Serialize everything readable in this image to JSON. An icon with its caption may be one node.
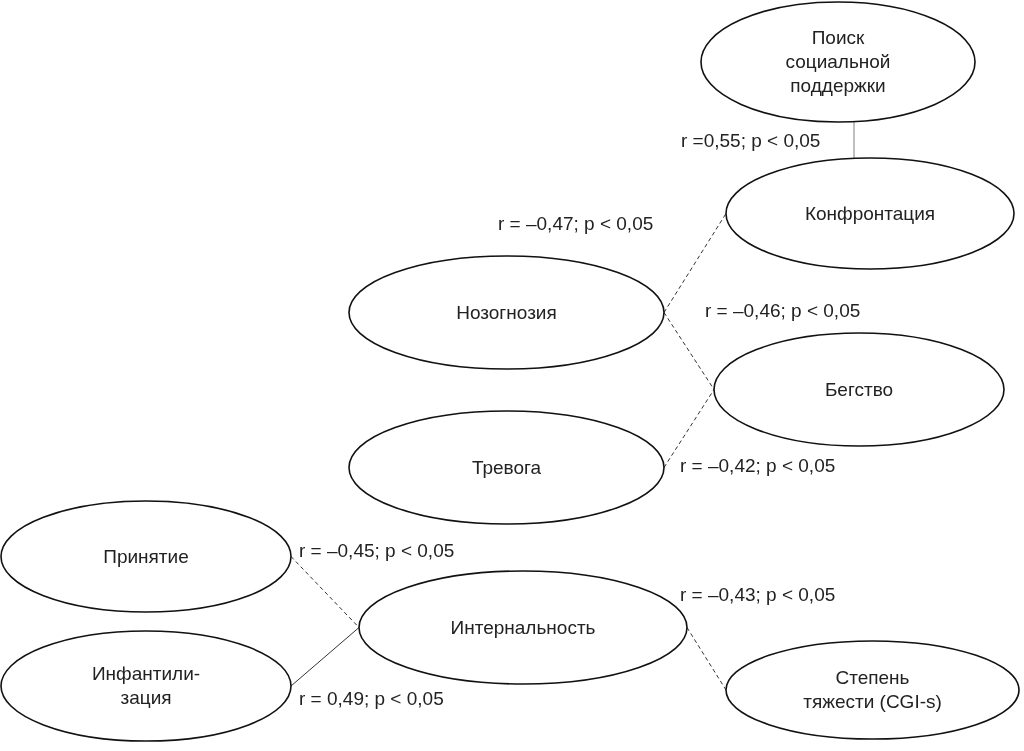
{
  "diagram": {
    "nodes": [
      {
        "text": [
          "Поиск социальной поддержки"
        ]
      },
      {
        "text": [
          "Конфронтация"
        ]
      },
      {
        "text": [
          "Нозогнозия"
        ]
      },
      {
        "text": [
          "Бегство"
        ]
      },
      {
        "text": [
          "Тревога"
        ]
      },
      {
        "text": [
          "Принятие"
        ]
      },
      {
        "text": [
          "Инфантили- зация"
        ]
      },
      {
        "text": [
          "Интернальность"
        ]
      },
      {
        "text": [
          "Степень тяжести (CGI-s)"
        ]
      }
    ],
    "edges": [
      {
        "from": 0,
        "to": 1,
        "arrow": "none",
        "label": "r =0,55; p < 0,05",
        "color": "#808080"
      },
      {
        "from": 2,
        "to": 1,
        "arrow": "none",
        "label": "r = –0,47; p < 0,05",
        "style": "dashed"
      },
      {
        "from": 2,
        "to": 3,
        "arrow": "none",
        "label": "r = –0,46; p < 0,05",
        "style": "dashed"
      },
      {
        "from": 4,
        "to": 3,
        "arrow": "none",
        "label": "r = –0,42; p < 0,05",
        "style": "dashed"
      },
      {
        "from": 5,
        "to": 7,
        "arrow": "none",
        "label": "r = –0,45; p < 0,05",
        "style": "dashed"
      },
      {
        "from": 6,
        "to": 7,
        "arrow": "none",
        "label": "r = 0,49; p < 0,05"
      },
      {
        "from": 7,
        "to": 8,
        "arrow": "none",
        "label": "r = –0,43; p < 0,05",
        "style": "dashed"
      }
    ]
  }
}
